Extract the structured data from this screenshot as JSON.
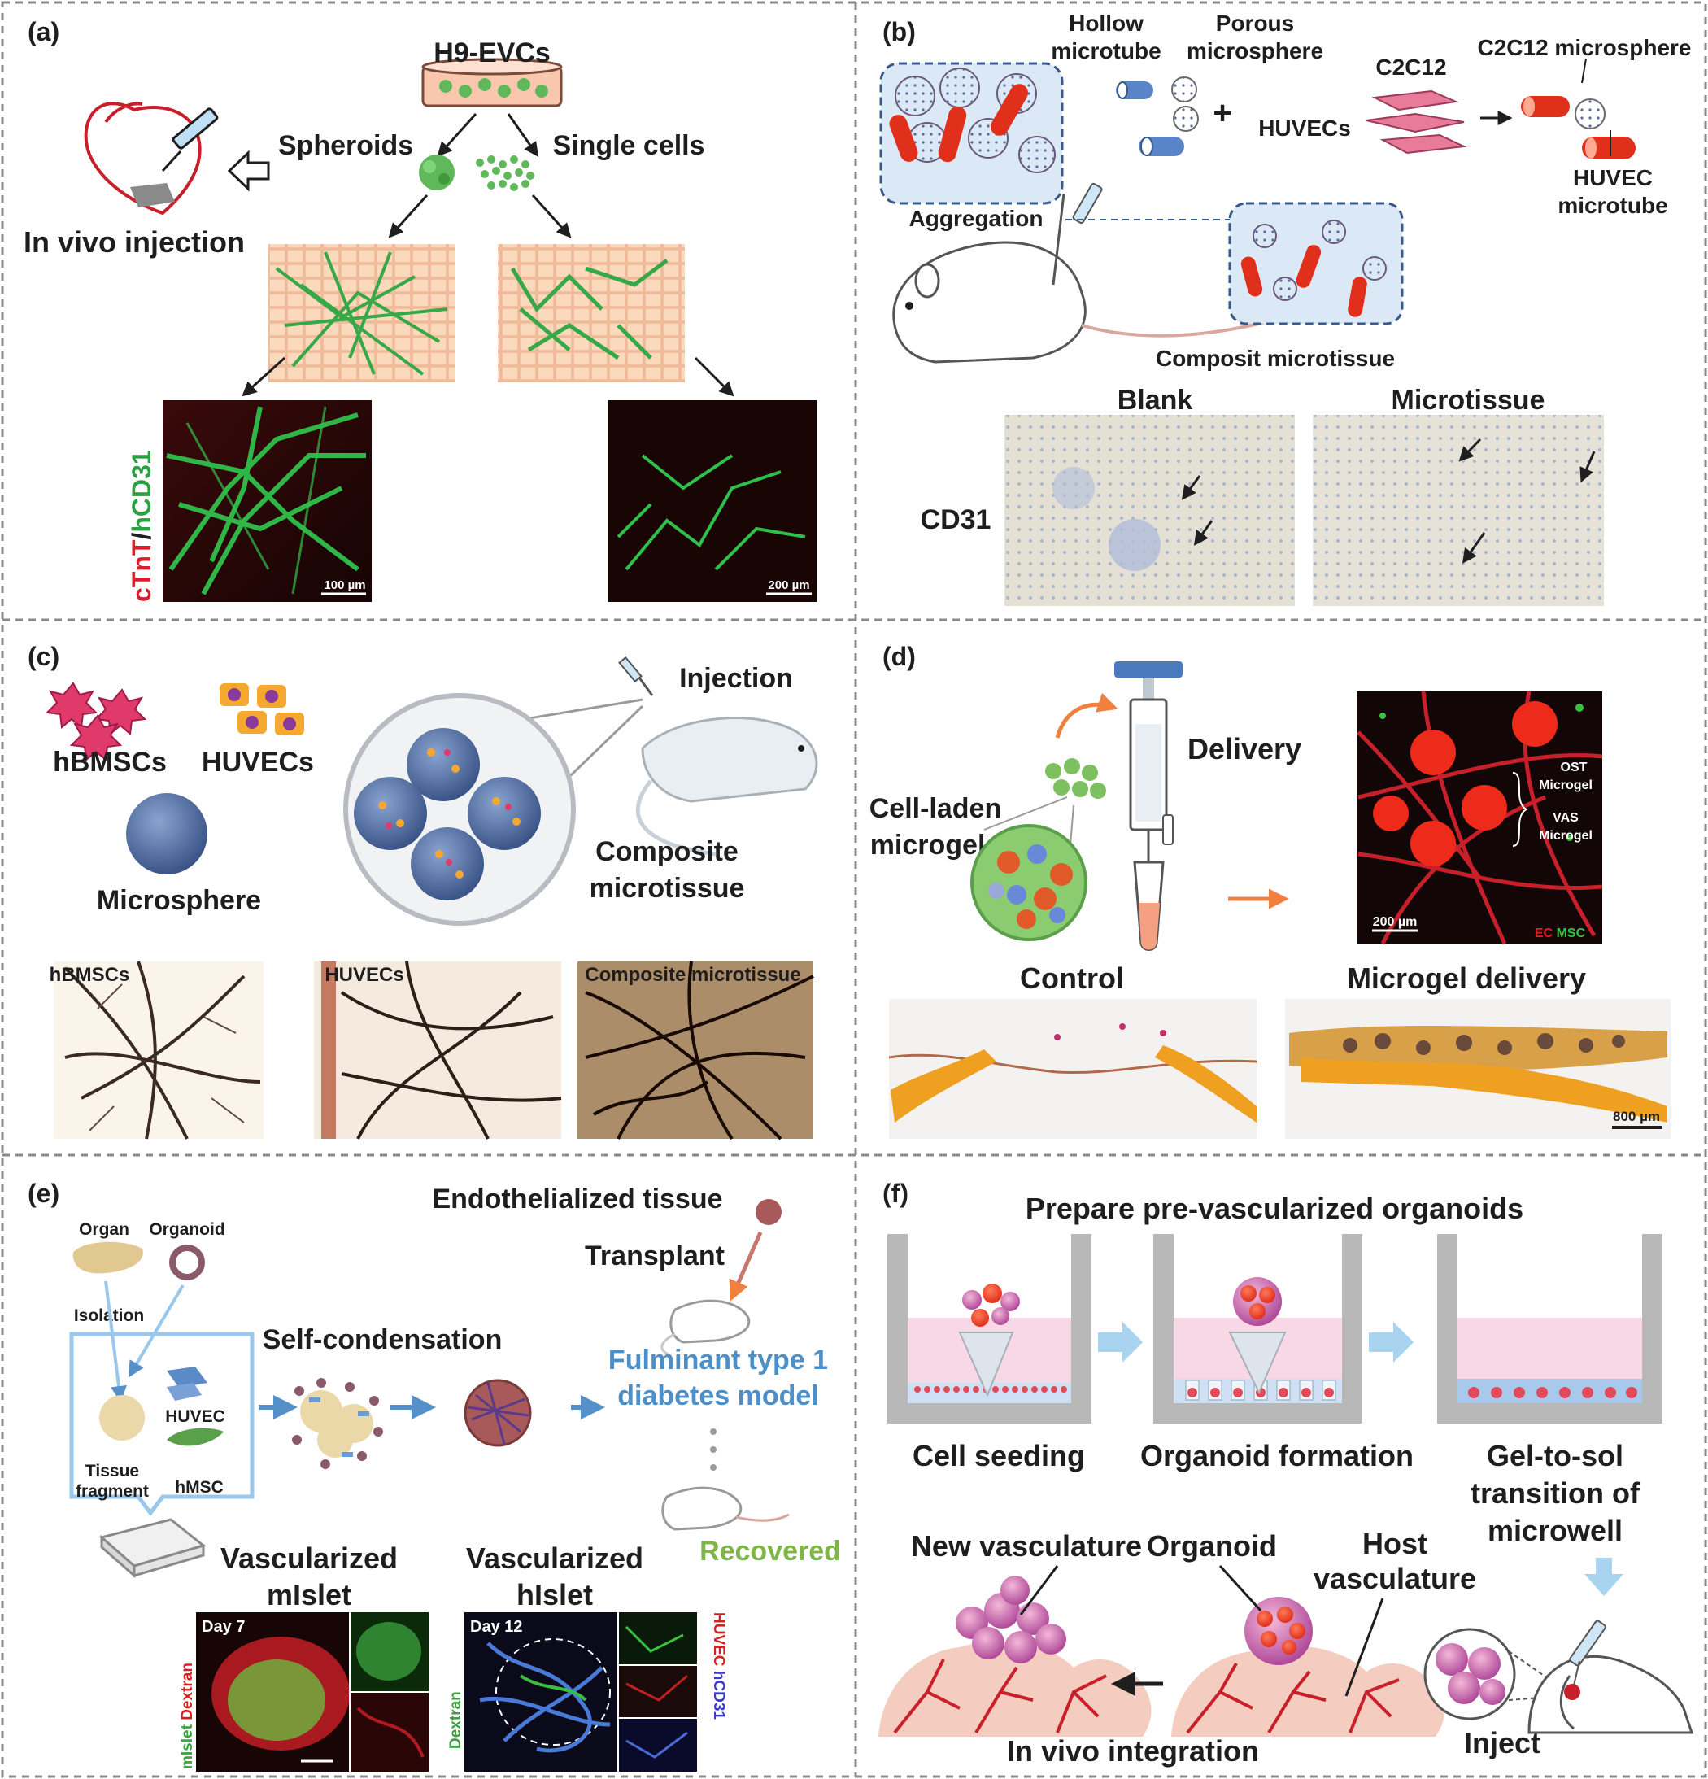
{
  "panels": {
    "a": {
      "label": "(a)",
      "source": "H9-EVCs",
      "spheroids": "Spheroids",
      "single_cells": "Single cells",
      "injection": "In vivo injection",
      "stain_red": "cTnT",
      "stain_slash": "/",
      "stain_green": "hCD31",
      "scale_1": "100 µm",
      "scale_2": "200 µm"
    },
    "b": {
      "label": "(b)",
      "hollow_1": "Hollow",
      "hollow_2": "microtube",
      "porous_1": "Porous",
      "porous_2": "microsphere",
      "plus": "+",
      "c2c12": "C2C12",
      "huvecs": "HUVECs",
      "c2c12_microsphere": "C2C12 microsphere",
      "huvec_microtube_1": "HUVEC",
      "huvec_microtube_2": "microtube",
      "aggregation": "Aggregation",
      "composit": "Composit microtissue",
      "blank": "Blank",
      "microtissue": "Microtissue",
      "cd31": "CD31"
    },
    "c": {
      "label": "(c)",
      "hbmscs": "hBMSCs",
      "huvecs": "HUVECs",
      "microsphere": "Microsphere",
      "injection": "Injection",
      "composite_1": "Composite",
      "composite_2": "microtissue",
      "img_1": "hBMSCs",
      "img_2": "HUVECs",
      "img_3": "Composite microtissue"
    },
    "d": {
      "label": "(d)",
      "delivery": "Delivery",
      "cell_laden_1": "Cell-laden",
      "cell_laden_2": "microgels",
      "ost_1": "OST",
      "ost_2": "Microgel",
      "vas_1": "VAS",
      "vas_2": "Microgel",
      "scale_fluor": "200 µm",
      "ec": "EC",
      "msc": "MSC",
      "control": "Control",
      "microgel_delivery": "Microgel delivery",
      "scale_hist": "800 µm"
    },
    "e": {
      "label": "(e)",
      "organ": "Organ",
      "organoid": "Organoid",
      "isolation": "Isolation",
      "endothelialized": "Endothelialized tissue",
      "transplant": "Transplant",
      "self_condensation": "Self-condensation",
      "huvec": "HUVEC",
      "tissue_1": "Tissue",
      "tissue_2": "fragment",
      "hmsc": "hMSC",
      "fulminant_1": "Fulminant type 1",
      "fulminant_2": "diabetes model",
      "recovered": "Recovered",
      "vm_1": "Vascularized",
      "vm_2": "mIslet",
      "vh_1": "Vascularized",
      "vh_2": "hIslet",
      "day7": "Day 7",
      "day12": "Day 12",
      "stain_mislet": "mIslet",
      "stain_dextran_1": "Dextran",
      "stain_dextran_2": "Dextran",
      "stain_huvec": "HUVEC",
      "stain_hcd31": "hCD31"
    },
    "f": {
      "label": "(f)",
      "title": "Prepare pre-vascularized organoids",
      "cell_seeding": "Cell seeding",
      "organoid_formation": "Organoid formation",
      "gel_1": "Gel-to-sol",
      "gel_2": "transition of",
      "gel_3": "microwell",
      "new_vasculature": "New vasculature",
      "organoid": "Organoid",
      "host_1": "Host",
      "host_2": "vasculature",
      "integration": "In vivo integration",
      "inject": "Inject"
    }
  },
  "colors": {
    "cell_green": "#5fb85a",
    "vessel_red": "#c8202a",
    "huvec_red": "#e85a45",
    "arrow_blue": "#5590c8",
    "panel_border": "#8a8a8a"
  }
}
